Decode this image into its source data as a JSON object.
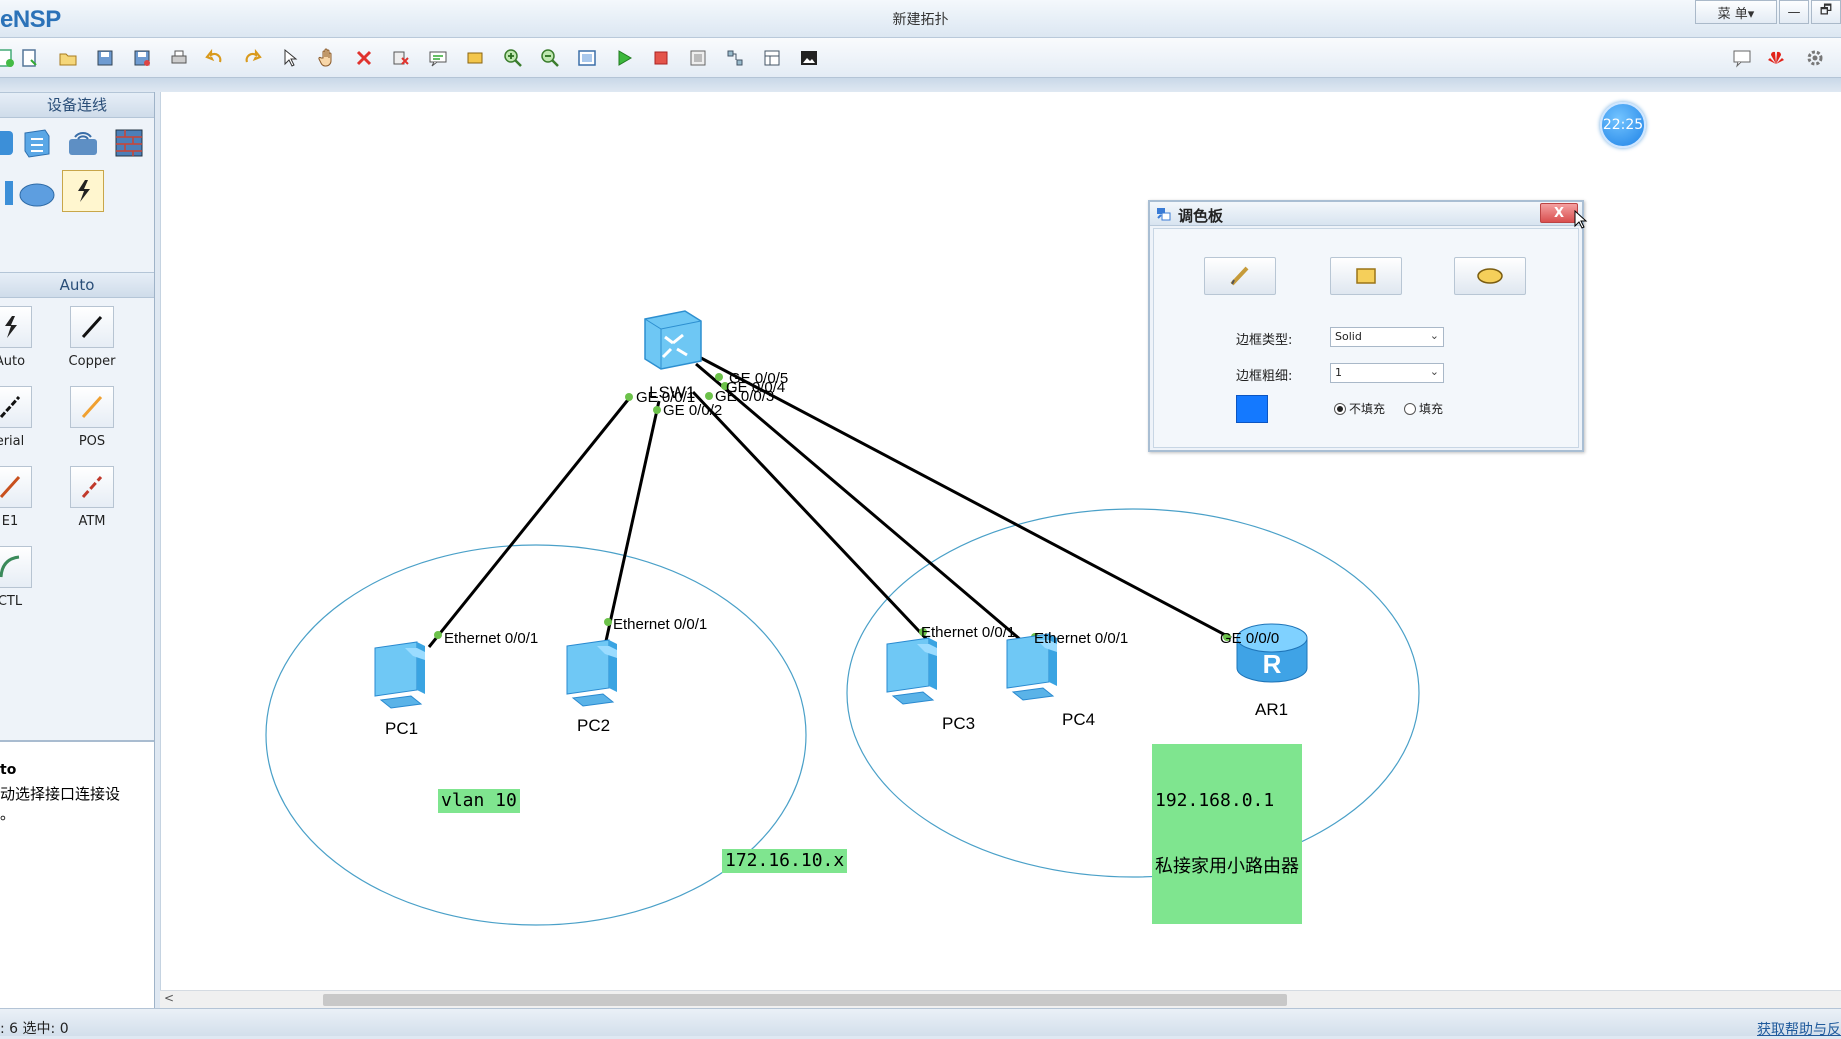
{
  "app": {
    "logo": "eNSP",
    "window_title": "新建拓扑",
    "menu_label": "菜 单▾",
    "minimize_label": "—",
    "restore_label": "🗗"
  },
  "left_panel": {
    "devices_header": "设备连线",
    "cables_header": "Auto",
    "cables": [
      {
        "label": "Auto"
      },
      {
        "label": "Copper"
      },
      {
        "label": "erial"
      },
      {
        "label": "POS"
      },
      {
        "label": "E1"
      },
      {
        "label": "ATM"
      },
      {
        "label": "CTL"
      }
    ],
    "description_title": "to",
    "description_text": "动选择接口连接设\n。"
  },
  "topology": {
    "nodes": {
      "switch": "LSW1",
      "pc1": "PC1",
      "pc2": "PC2",
      "pc3": "PC3",
      "pc4": "PC4",
      "router": "AR1"
    },
    "ports": {
      "sw_ge1": "GE 0/0/1",
      "sw_ge2": "GE 0/0/2",
      "sw_ge3": "GE 0/0/3",
      "sw_ge4": "GE 0/0/4",
      "sw_ge5": "GE 0/0/5",
      "pc1_eth": "Ethernet 0/0/1",
      "pc2_eth": "Ethernet 0/0/1",
      "pc3_eth": "Ethernet 0/0/1",
      "pc4_eth": "Ethernet 0/0/1",
      "ar1_ge": "GE 0/0/0"
    },
    "notes": {
      "vlan": "vlan 10",
      "subnet": "172.16.10.x",
      "router_ip": "192.168.0.1",
      "router_desc": "私接家用小路由器"
    }
  },
  "clock": "22:25",
  "palette": {
    "title": "调色板",
    "close_label": "X",
    "border_type_label": "边框类型:",
    "border_type_value": "Solid",
    "border_width_label": "边框粗细:",
    "border_width_value": "1",
    "no_fill_label": "不填充",
    "fill_label": "填充",
    "fill_selected": "no_fill",
    "swatch_color": "#1479ff"
  },
  "status": {
    "left": ": 6 选中: 0",
    "right": "获取帮助与反"
  }
}
